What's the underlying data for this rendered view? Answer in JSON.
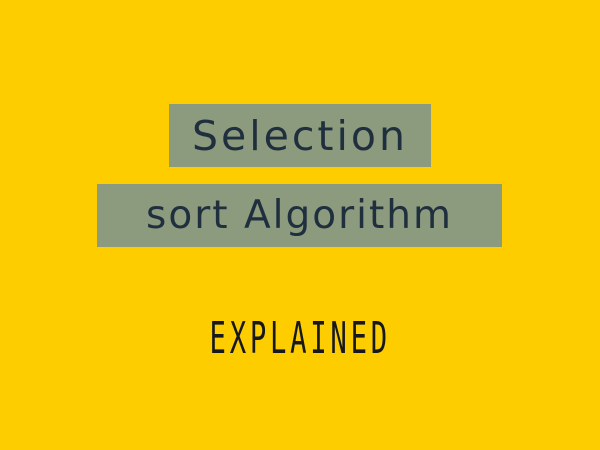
{
  "title": {
    "line1": "Selection",
    "line2": "sort Algorithm"
  },
  "subtitle": "EXPLAINED",
  "colors": {
    "background": "#fdcd00",
    "title_box": "#8c9a7e",
    "title_text": "#1f2f3e",
    "subtitle_text": "#16181b"
  }
}
